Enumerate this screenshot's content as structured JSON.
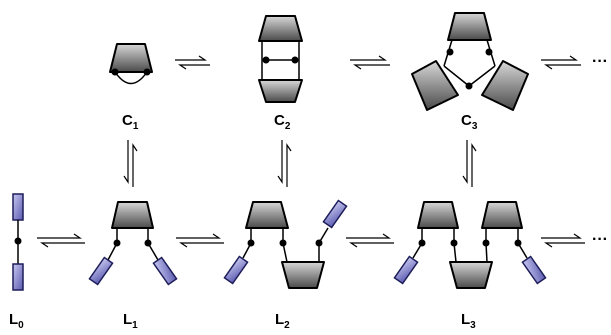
{
  "labels": {
    "C1": {
      "letter": "C",
      "sub": "1"
    },
    "C2": {
      "letter": "C",
      "sub": "2"
    },
    "C3": {
      "letter": "C",
      "sub": "3"
    },
    "L0": {
      "letter": "L",
      "sub": "0"
    },
    "L1": {
      "letter": "L",
      "sub": "1"
    },
    "L2": {
      "letter": "L",
      "sub": "2"
    },
    "L3": {
      "letter": "L",
      "sub": "3"
    }
  },
  "continuation": "···",
  "colors": {
    "trapezoid_light": "#d8d8d8",
    "trapezoid_dark": "#4a4a4a",
    "block_light": "#c8c8f0",
    "block_dark": "#5a5ab0",
    "line": "#000000"
  }
}
